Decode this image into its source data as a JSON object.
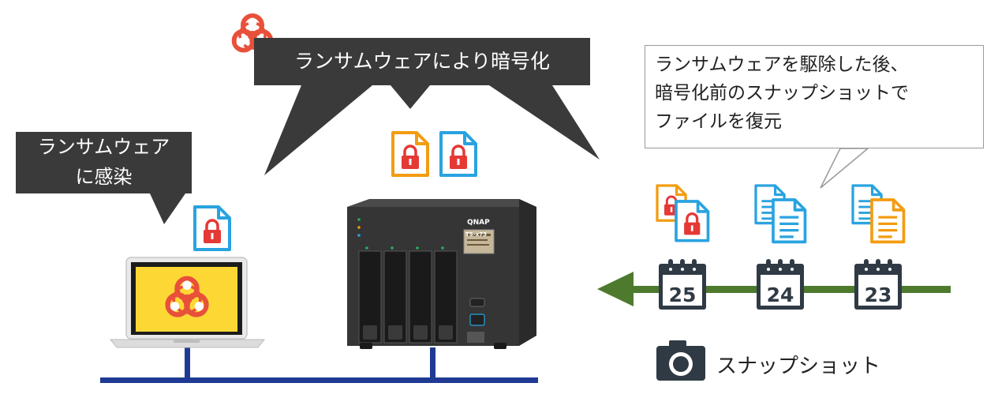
{
  "callouts": {
    "infected_laptop": [
      "ランサムウェア",
      "に感染"
    ],
    "encrypted_nas": "ランサムウェアにより暗号化",
    "restore_note": [
      "ランサムウェアを駆除した後、",
      "暗号化前のスナップショットで",
      "ファイルを復元"
    ]
  },
  "nas": {
    "brand": "QNAP",
    "model": "TS-x73"
  },
  "snapshots": {
    "days": [
      "25",
      "24",
      "23"
    ],
    "label": "スナップショット"
  },
  "colors": {
    "callout_bg": "#3a3a3a",
    "network_line": "#1f3a93",
    "timeline_arrow": "#4e7a2e",
    "biohazard": "#e8503a",
    "laptop_screen": "#fdd835",
    "file_orange": "#f39c12",
    "file_blue": "#29a3e0",
    "lock_red": "#e53935"
  },
  "icons": [
    "biohazard-icon",
    "encrypted-file-icon",
    "document-icon",
    "calendar-icon",
    "camera-icon",
    "laptop",
    "nas-device"
  ]
}
